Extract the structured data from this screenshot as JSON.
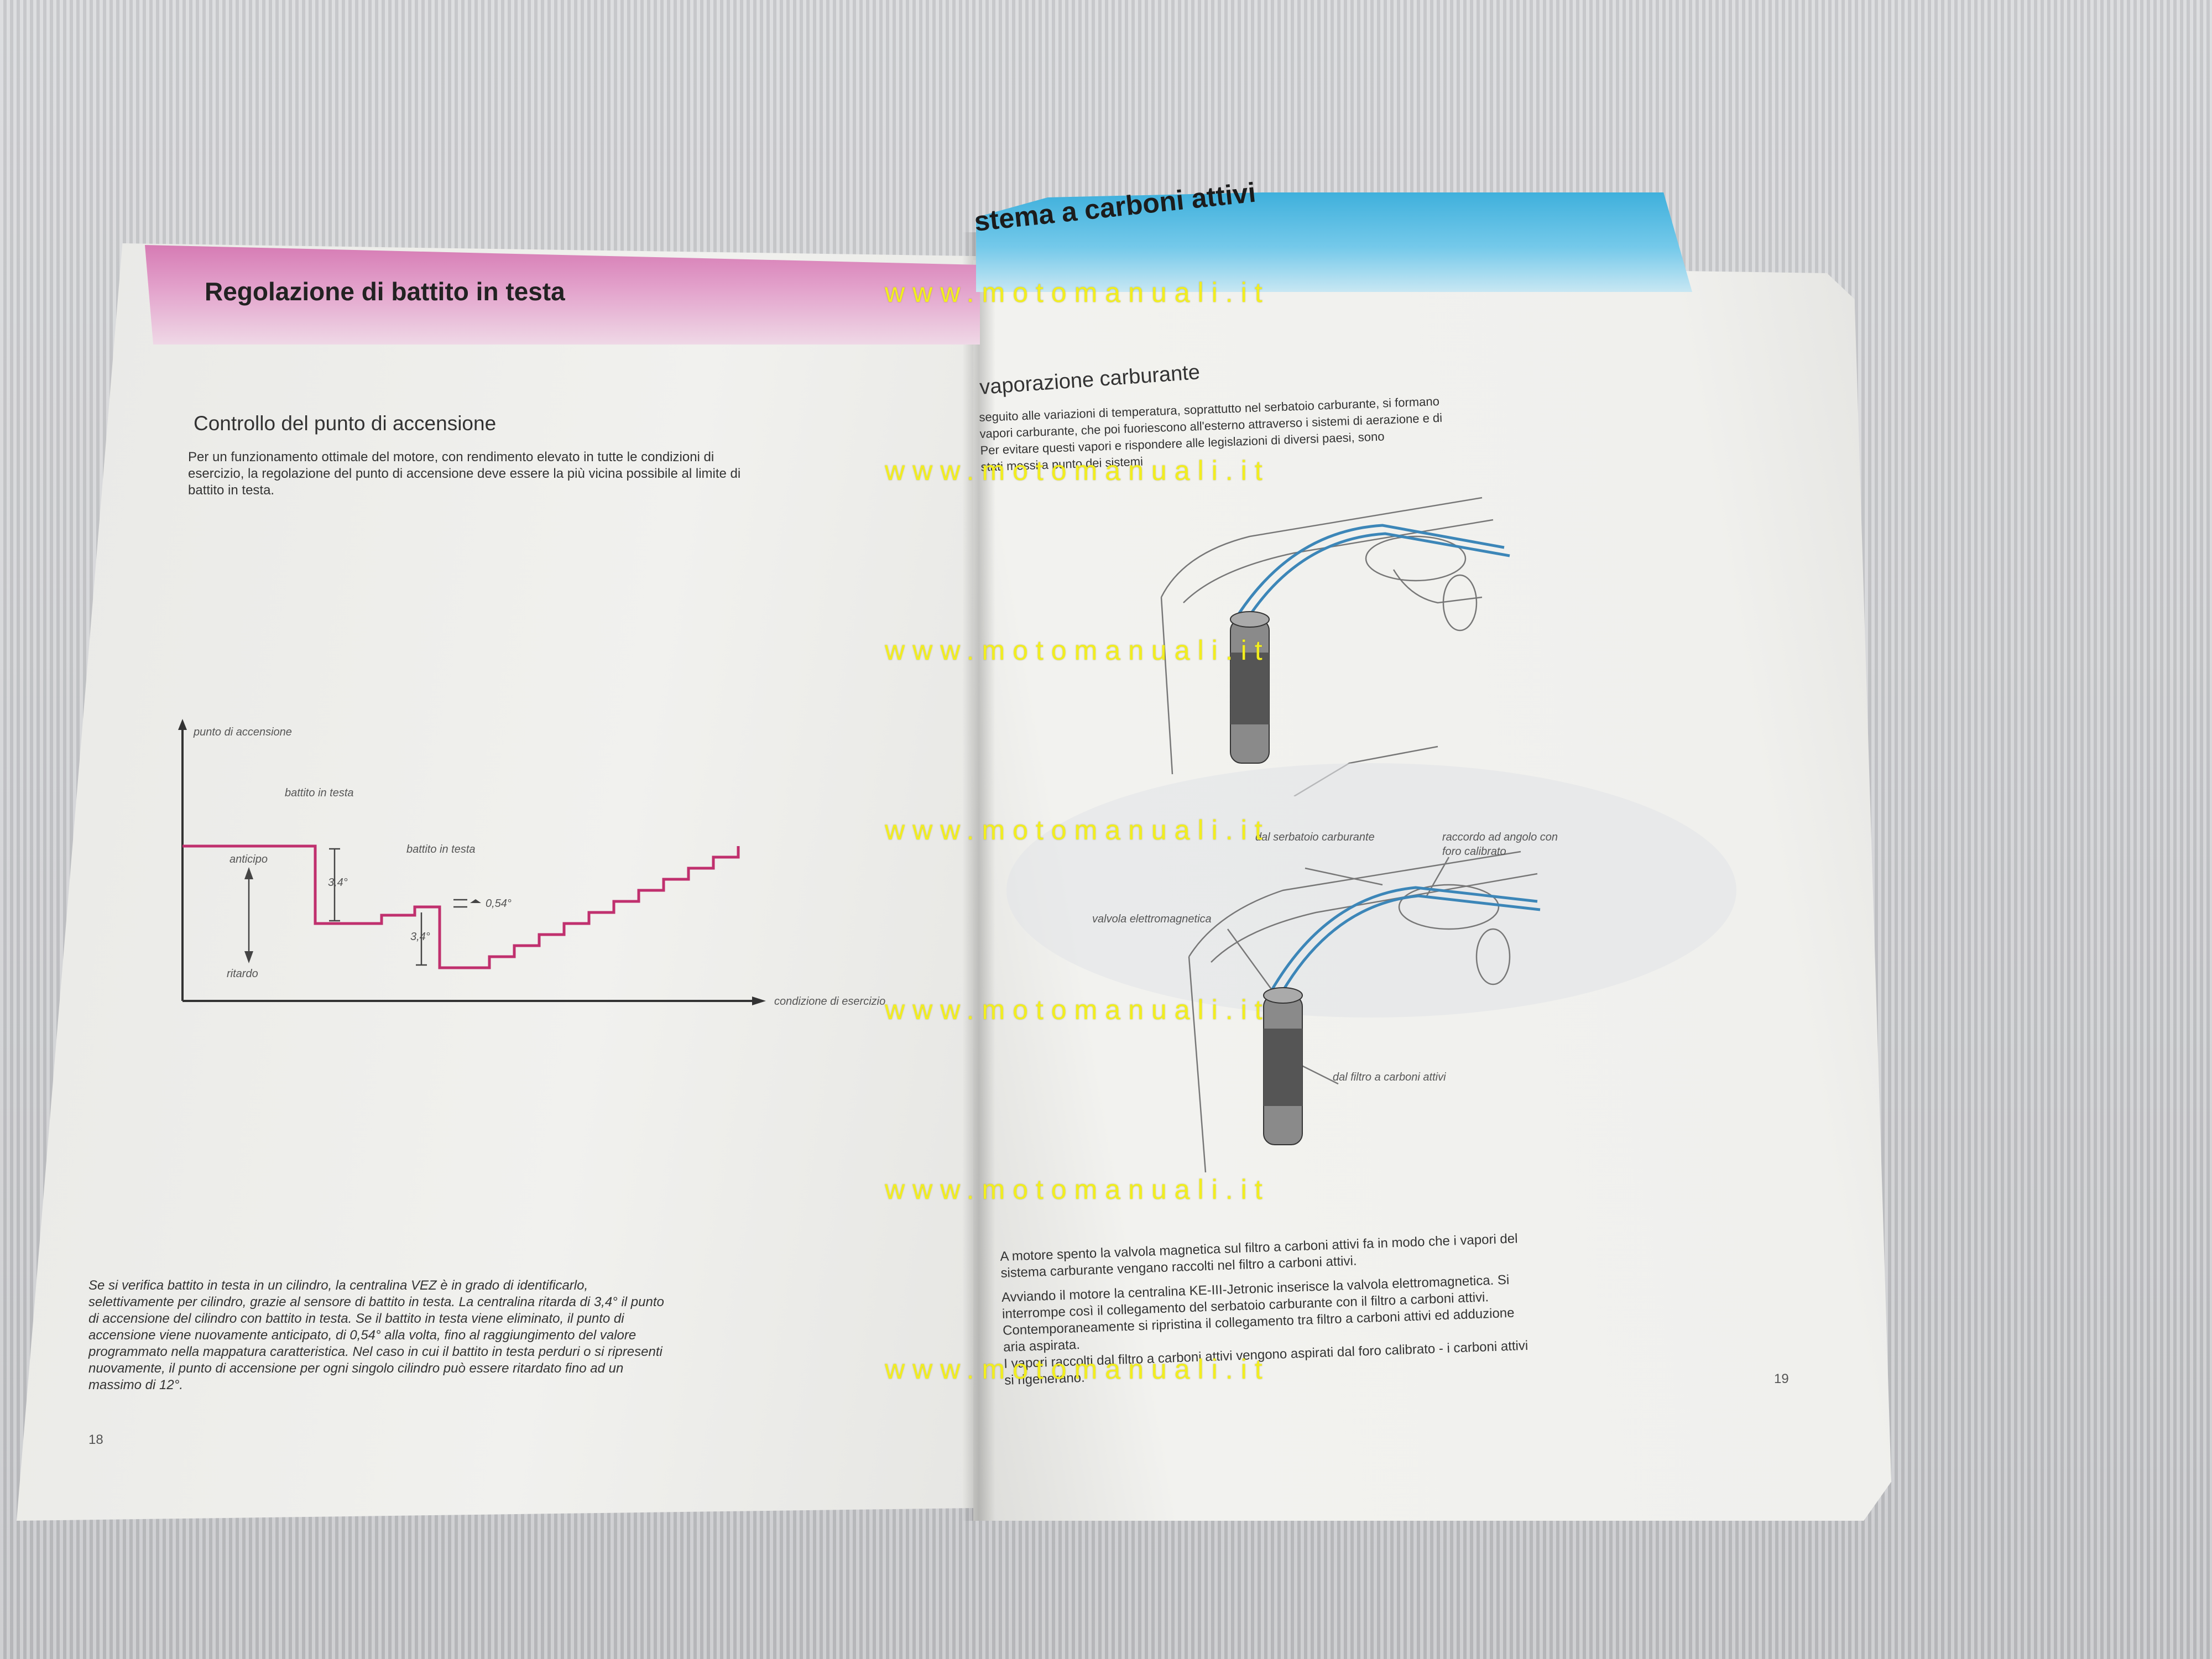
{
  "left_page": {
    "header_title": "Regolazione di battito in testa",
    "section_title": "Controllo del punto di accensione",
    "intro_lines": [
      "Per un funzionamento ottimale del motore, con rendimento elevato in tutte le condizioni di",
      "esercizio, la regolazione del punto di accensione deve essere la più vicina possibile al limite di",
      "battito in testa."
    ],
    "body_lines": [
      "Se si verifica battito in testa in un cilindro, la centralina VEZ è in grado di identificarlo,",
      "selettivamente per cilindro, grazie al sensore di battito in testa. La centralina ritarda di 3,4° il punto",
      "di accensione del cilindro con battito in testa. Se il battito in testa viene eliminato, il punto di",
      "accensione viene nuovamente anticipato, di 0,54° alla volta, fino al raggiungimento del valore",
      "programmato nella mappatura caratteristica. Nel caso in cui il battito in testa perduri o si ripresenti",
      "nuovamente, il punto di accensione per ogni singolo cilindro può essere ritardato fino ad un",
      "massimo di 12°."
    ],
    "page_number": "18",
    "diagram": {
      "y_axis_label": "punto di accensione",
      "x_axis_label": "condizione di esercizio",
      "label_battito_1": "battito in testa",
      "label_battito_2": "battito in testa",
      "label_anticipo": "anticipo",
      "label_ritardo": "ritardo",
      "step_retard": "3,4°",
      "step_retard_2": "3,4°",
      "step_advance": "0,54°"
    }
  },
  "right_page": {
    "header_title": "stema a carboni attivi",
    "section_title": "vaporazione carburante",
    "intro_lines": [
      "seguito alle variazioni di temperatura, soprattutto nel serbatoio carburante, si formano",
      "vapori carburante, che poi fuoriescono all'esterno attraverso i sistemi di aerazione e di",
      "Per evitare questi vapori e rispondere alle legislazioni di diversi paesi, sono",
      "stati messi a punto dei sistemi"
    ],
    "labels": {
      "dal_serbatoio": "dal serbatoio carburante",
      "raccordo": "raccordo ad angolo con",
      "foro": "foro calibrato",
      "valvola": "valvola elettromagnetica",
      "filtro": "dal filtro a carboni attivi"
    },
    "body_lines": [
      "A motore spento la valvola magnetica sul filtro a carboni attivi fa in modo che i vapori del",
      "sistema carburante vengano raccolti nel filtro a carboni attivi.",
      "Avviando il motore la centralina KE-III-Jetronic inserisce la valvola elettromagnetica. Si",
      "interrompe così il collegamento del serbatoio carburante con il filtro a carboni attivi.",
      "Contemporaneamente si ripristina il collegamento tra filtro a carboni attivi ed adduzione",
      "aria aspirata.",
      "I vapori raccolti dal filtro a carboni attivi vengono aspirati dal foro calibrato - i carboni attivi",
      "si rigenerano."
    ],
    "page_number": "19"
  },
  "watermark": "www.motomanuali.it",
  "colors": {
    "left_header": "#d67bb4",
    "right_header": "#3fb0dc",
    "diagram_line": "#c0306e",
    "watermark": "#f2ee1e",
    "fuel_line": "#3c86b8"
  }
}
